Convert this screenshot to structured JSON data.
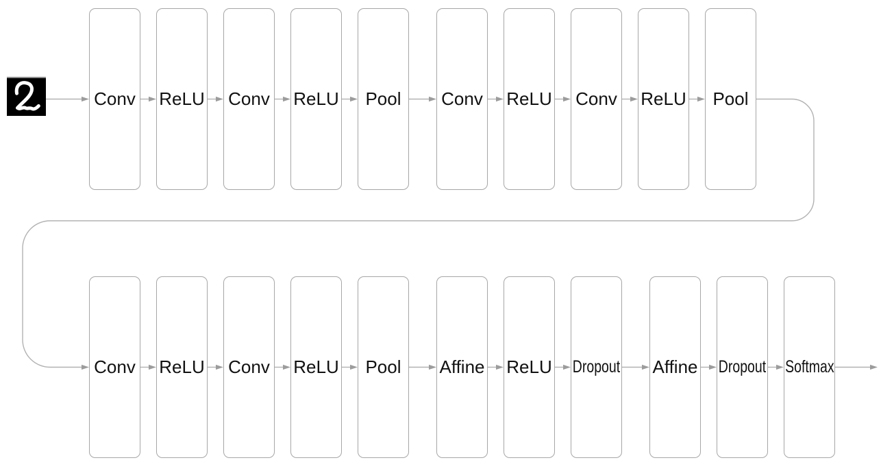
{
  "diagram": {
    "type": "neural-network-flow",
    "input": {
      "label": "2",
      "description": "handwritten digit image"
    },
    "rows": [
      {
        "layers": [
          {
            "label": "Conv"
          },
          {
            "label": "ReLU"
          },
          {
            "label": "Conv"
          },
          {
            "label": "ReLU"
          },
          {
            "label": "Pool"
          },
          {
            "label": "Conv",
            "wide_gap_before": true
          },
          {
            "label": "ReLU"
          },
          {
            "label": "Conv"
          },
          {
            "label": "ReLU"
          },
          {
            "label": "Pool"
          }
        ]
      },
      {
        "layers": [
          {
            "label": "Conv"
          },
          {
            "label": "ReLU"
          },
          {
            "label": "Conv"
          },
          {
            "label": "ReLU"
          },
          {
            "label": "Pool"
          },
          {
            "label": "Affine",
            "wide_gap_before": true
          },
          {
            "label": "ReLU"
          },
          {
            "label": "Dropout"
          },
          {
            "label": "Affine",
            "wide_gap_before": true
          },
          {
            "label": "Dropout"
          },
          {
            "label": "Softmax"
          }
        ]
      }
    ],
    "colors": {
      "background": "#ffffff",
      "box_border": "#a6a6a6",
      "label_text": "#111111",
      "wire": "#b2b2b2",
      "arrowhead": "#9c9c9c",
      "digit_background": "#000000",
      "digit_stroke": "#ffffff"
    }
  }
}
